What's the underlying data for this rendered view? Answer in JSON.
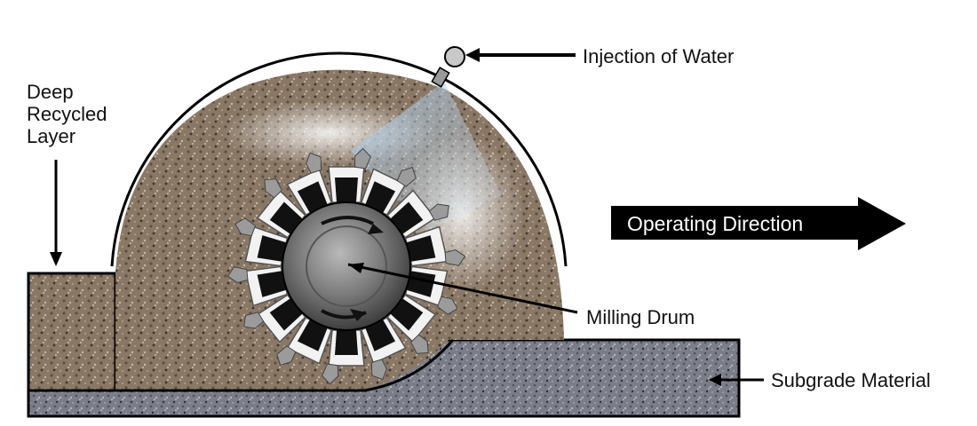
{
  "labels": {
    "deep_recycled_layer": [
      "Deep",
      "Recycled",
      "Layer"
    ],
    "injection_of_water": "Injection of Water",
    "operating_direction": "Operating Direction",
    "milling_drum": "Milling Drum",
    "subgrade_material": "Subgrade Material"
  },
  "colors": {
    "outline": "#000000",
    "recycled_layer": "#8f7c68",
    "subgrade": "#7d7f8a",
    "drum_core": "#6d6d6d",
    "tooth_black": "#111111",
    "tooth_white": "#f2f2f2",
    "water_spray": "#bcd6ea",
    "arrow_fill": "#000000"
  },
  "icons": {
    "nozzle": "water-nozzle-icon",
    "rotation": "rotation-arrow-icon",
    "direction": "direction-arrow-icon"
  }
}
